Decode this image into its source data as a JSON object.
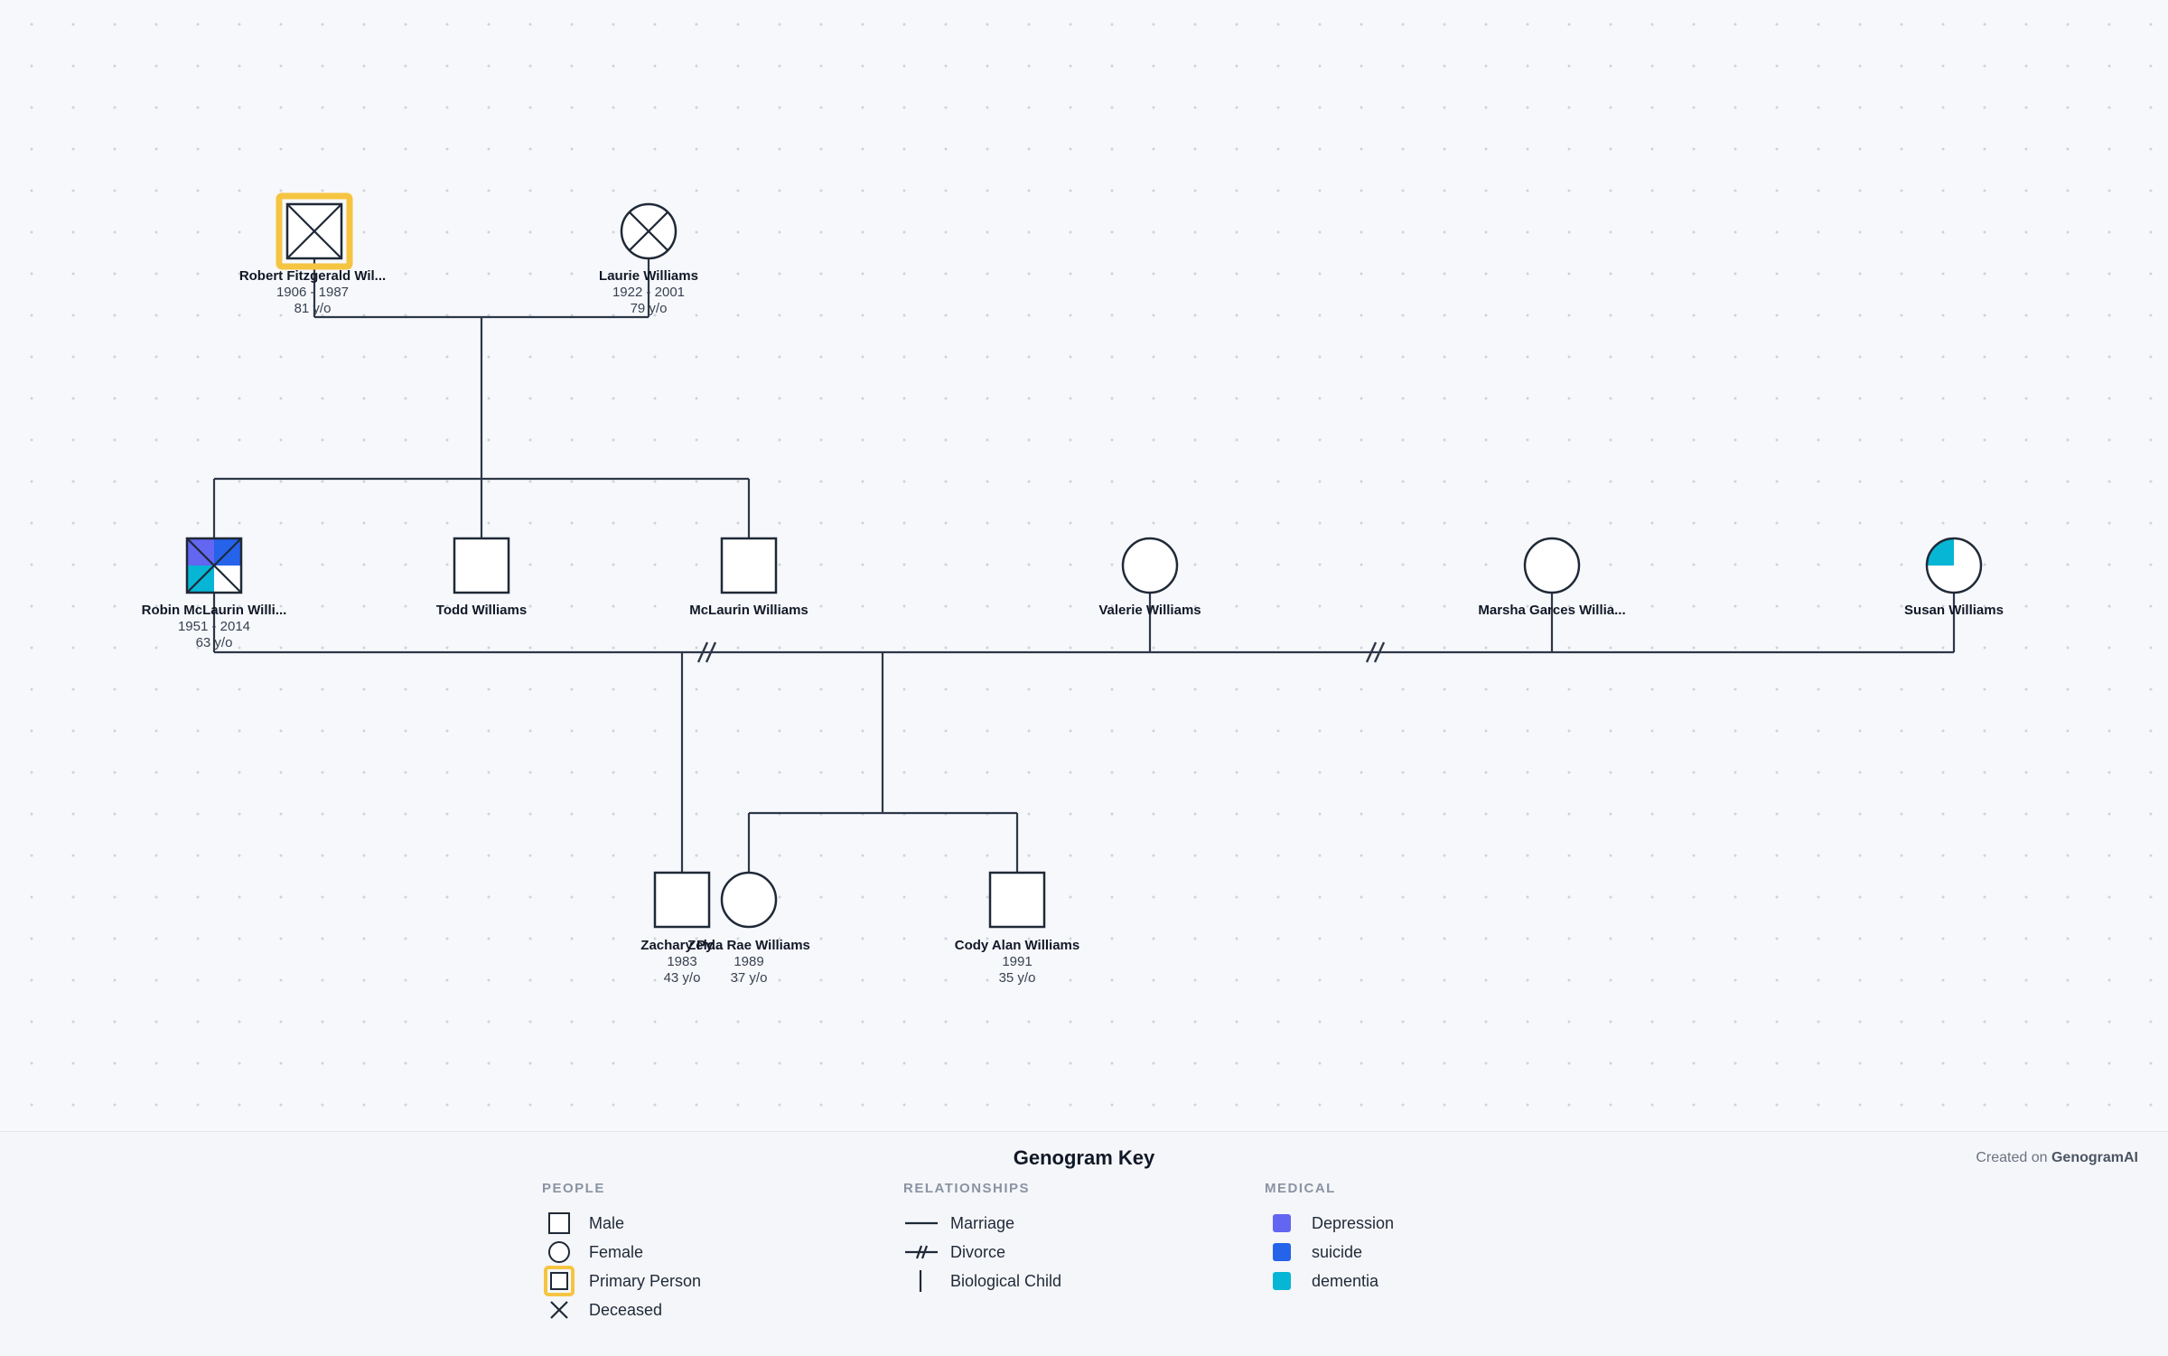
{
  "people": [
    {
      "id": "robert",
      "name": "Robert Fitzgerald Wil...",
      "years": "1906 - 1987",
      "age": "81 y/o",
      "sex": "male",
      "deceased": true,
      "primary": true,
      "conditions": []
    },
    {
      "id": "laurie",
      "name": "Laurie Williams",
      "years": "1922 - 2001",
      "age": "79 y/o",
      "sex": "female",
      "deceased": true,
      "primary": false,
      "conditions": []
    },
    {
      "id": "robin",
      "name": "Robin McLaurin Willi...",
      "years": "1951 - 2014",
      "age": "63 y/o",
      "sex": "male",
      "deceased": true,
      "primary": false,
      "conditions": [
        "Depression",
        "suicide",
        "dementia"
      ]
    },
    {
      "id": "todd",
      "name": "Todd Williams",
      "years": "",
      "age": "",
      "sex": "male",
      "deceased": false,
      "primary": false,
      "conditions": []
    },
    {
      "id": "mclaurin",
      "name": "McLaurin Williams",
      "years": "",
      "age": "",
      "sex": "male",
      "deceased": false,
      "primary": false,
      "conditions": []
    },
    {
      "id": "valerie",
      "name": "Valerie Williams",
      "years": "",
      "age": "",
      "sex": "female",
      "deceased": false,
      "primary": false,
      "conditions": []
    },
    {
      "id": "marsha",
      "name": "Marsha Garces Willia...",
      "years": "",
      "age": "",
      "sex": "female",
      "deceased": false,
      "primary": false,
      "conditions": []
    },
    {
      "id": "susan",
      "name": "Susan Williams",
      "years": "",
      "age": "",
      "sex": "female",
      "deceased": false,
      "primary": false,
      "conditions": [
        "dementia"
      ]
    },
    {
      "id": "zachary",
      "name": "Zachary Py...",
      "years": "1983",
      "age": "43 y/o",
      "sex": "male",
      "deceased": false,
      "primary": false,
      "conditions": []
    },
    {
      "id": "zelda",
      "name": "Zelda Rae Williams",
      "years": "1989",
      "age": "37 y/o",
      "sex": "female",
      "deceased": false,
      "primary": false,
      "conditions": []
    },
    {
      "id": "cody",
      "name": "Cody Alan Williams",
      "years": "1991",
      "age": "35 y/o",
      "sex": "male",
      "deceased": false,
      "primary": false,
      "conditions": []
    }
  ],
  "relationships": [
    {
      "type": "marriage",
      "between": [
        "robert",
        "laurie"
      ],
      "children": [
        "robin",
        "todd",
        "mclaurin"
      ]
    },
    {
      "type": "divorce",
      "between": [
        "robin",
        "valerie"
      ],
      "children": [
        "zachary"
      ]
    },
    {
      "type": "divorce",
      "between": [
        "robin",
        "marsha"
      ],
      "children": [
        "zelda",
        "cody"
      ]
    },
    {
      "type": "marriage",
      "between": [
        "robin",
        "susan"
      ],
      "children": []
    }
  ],
  "legend": {
    "title": "Genogram Key",
    "credit_prefix": "Created on",
    "credit_brand": "GenogramAI",
    "people_heading": "PEOPLE",
    "people_items": [
      "Male",
      "Female",
      "Primary Person",
      "Deceased"
    ],
    "relationships_heading": "RELATIONSHIPS",
    "relationship_items": [
      "Marriage",
      "Divorce",
      "Biological Child"
    ],
    "medical_heading": "MEDICAL",
    "medical_items": [
      {
        "label": "Depression",
        "color": "#6366f1"
      },
      {
        "label": "suicide",
        "color": "#2563eb"
      },
      {
        "label": "dementia",
        "color": "#06b6d4"
      }
    ]
  },
  "colors": {
    "line": "#2d3748",
    "primary_highlight": "#f5c542"
  }
}
